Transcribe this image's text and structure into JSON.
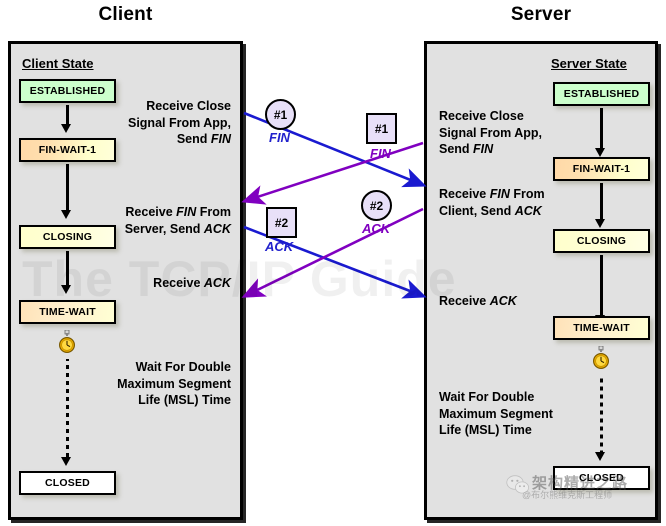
{
  "diagram": {
    "client_title": "Client",
    "server_title": "Server",
    "client_heading": "Client State",
    "server_heading": "Server State"
  },
  "client": {
    "states": [
      {
        "label": "ESTABLISHED"
      },
      {
        "label": "FIN-WAIT-1"
      },
      {
        "label": "CLOSING"
      },
      {
        "label": "TIME-WAIT"
      },
      {
        "label": "CLOSED"
      }
    ],
    "captions": [
      "Receive Close\nSignal From App,\nSend ",
      "Receive ",
      "Receive ACK",
      "Wait For Double\nMaximum Segment\nLife (MSL) Time"
    ],
    "caption1_italic": "FIN",
    "caption2_pre": "Receive ",
    "caption2_italic1": "FIN",
    "caption2_mid": " From\nServer, Send ",
    "caption2_italic2": "ACK",
    "caption3_pre": "Receive ",
    "caption3_italic": "ACK"
  },
  "server": {
    "states": [
      {
        "label": "ESTABLISHED"
      },
      {
        "label": "FIN-WAIT-1"
      },
      {
        "label": "CLOSING"
      },
      {
        "label": "TIME-WAIT"
      },
      {
        "label": "CLOSED"
      }
    ],
    "caption1_pre": "Receive Close\nSignal From App,\nSend ",
    "caption1_italic": "FIN",
    "caption2_pre": "Receive ",
    "caption2_italic1": "FIN",
    "caption2_mid": " From\nClient, Send ",
    "caption2_italic2": "ACK",
    "caption3_pre": "Receive ",
    "caption3_italic": "ACK",
    "caption4": "Wait For Double\nMaximum Segment\nLife (MSL) Time"
  },
  "messages": [
    {
      "id": "client-fin",
      "badge": "#1",
      "label": "FIN",
      "direction": "client-to-server",
      "shape": "circle",
      "color": "#1a1ad0"
    },
    {
      "id": "server-fin",
      "badge": "#1",
      "label": "FIN",
      "direction": "server-to-client",
      "shape": "square",
      "color": "#8000c0"
    },
    {
      "id": "client-ack",
      "badge": "#2",
      "label": "ACK",
      "direction": "client-to-server",
      "shape": "square",
      "color": "#1a1ad0"
    },
    {
      "id": "server-ack",
      "badge": "#2",
      "label": "ACK",
      "direction": "server-to-client",
      "shape": "circle",
      "color": "#8000c0"
    }
  ],
  "watermarks": {
    "guide": "The TCP/IP Guide",
    "wechat_main": "架构精进之路",
    "wechat_sub": "@布尔熊维克斯工程师"
  },
  "colors": {
    "panel_fill": "#e1e1e1",
    "established": "#ccffcc",
    "finwait": "#ffd9a8",
    "closing": "#ffffcc",
    "timewait": "#ffe2b8",
    "closed": "#ffffff",
    "client_arrow": "#1a1ad0",
    "server_arrow": "#8000c0",
    "border": "#000000"
  }
}
